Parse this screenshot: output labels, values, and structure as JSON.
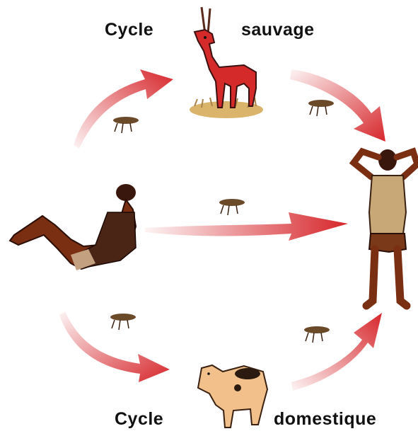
{
  "labels": {
    "top_left": "Cycle",
    "top_right": "sauvage",
    "bottom_left": "Cycle",
    "bottom_right": "domestique"
  },
  "colors": {
    "arrow": "#d6262b",
    "antelope": "#d42a2a",
    "skin": "#7a2e12",
    "pig": "#f2c08a",
    "grass": "#d9b46a",
    "fly": "#6b4a2a",
    "shirt": "#c9a878"
  },
  "icons": [
    "antelope-icon",
    "reclining-person-icon",
    "standing-person-icon",
    "pig-icon",
    "tsetse-fly-icon"
  ]
}
